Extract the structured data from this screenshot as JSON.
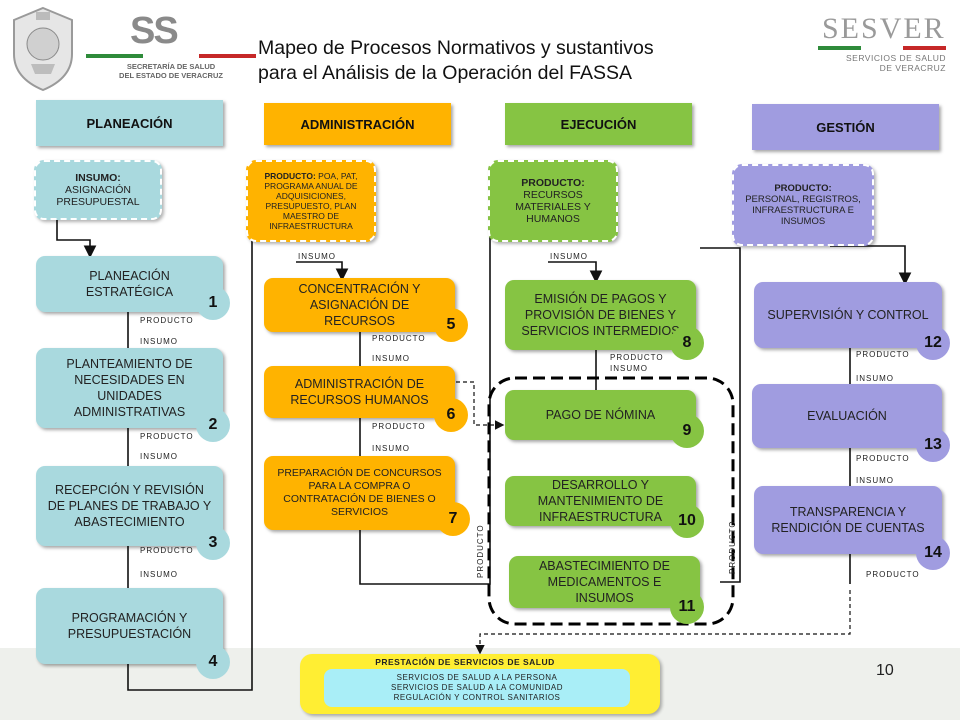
{
  "logos": {
    "ss": "SS",
    "ss_subtitle": "SECRETARÍA DE SALUD\nDEL ESTADO DE VERACRUZ",
    "sesver": "SESVER",
    "sesver_subtitle": "SERVICIOS DE SALUD\nDE VERACRUZ"
  },
  "title": "Mapeo de Procesos Normativos y sustantivos\npara el Análisis de la Operación del FASSA",
  "page_number": "10",
  "columns": {
    "planeacion": "PLANEACIÓN",
    "administracion": "ADMINISTRACIÓN",
    "ejecucion": "EJECUCIÓN",
    "gestion": "GESTIÓN"
  },
  "inputs": {
    "planeacion": {
      "head": "INSUMO:",
      "body": "ASIGNACIÓN PRESUPUESTAL"
    },
    "administracion": {
      "head": "PRODUCTO:",
      "body": "POA, PAT, PROGRAMA ANUAL DE ADQUISICIONES, PRESUPUESTO, PLAN MAESTRO DE INFRAESTRUCTURA"
    },
    "ejecucion": {
      "head": "PRODUCTO:",
      "body": "RECURSOS MATERIALES Y HUMANOS"
    },
    "gestion": {
      "head": "PRODUCTO:",
      "body": "PERSONAL, REGISTROS, INFRAESTRUCTURA E INSUMOS"
    }
  },
  "processes": [
    {
      "n": "1",
      "label": "PLANEACIÓN ESTRATÉGICA"
    },
    {
      "n": "2",
      "label": "PLANTEAMIENTO DE NECESIDADES EN UNIDADES ADMINISTRATIVAS"
    },
    {
      "n": "3",
      "label": "RECEPCIÓN Y REVISIÓN DE PLANES DE TRABAJO Y ABASTECIMIENTO"
    },
    {
      "n": "4",
      "label": "PROGRAMACIÓN Y PRESUPUESTACIÓN"
    },
    {
      "n": "5",
      "label": "CONCENTRACIÓN Y ASIGNACIÓN DE RECURSOS"
    },
    {
      "n": "6",
      "label": "ADMINISTRACIÓN DE RECURSOS HUMANOS"
    },
    {
      "n": "7",
      "label": "PREPARACIÓN DE CONCURSOS PARA LA COMPRA O CONTRATACIÓN DE BIENES O SERVICIOS"
    },
    {
      "n": "8",
      "label": "EMISIÓN DE PAGOS Y PROVISIÓN DE BIENES Y SERVICIOS INTERMEDIOS"
    },
    {
      "n": "9",
      "label": "PAGO DE NÓMINA"
    },
    {
      "n": "10",
      "label": "DESARROLLO Y MANTENIMIENTO DE INFRAESTRUCTURA"
    },
    {
      "n": "11",
      "label": "ABASTECIMIENTO DE MEDICAMENTOS E INSUMOS"
    },
    {
      "n": "12",
      "label": "SUPERVISIÓN Y CONTROL"
    },
    {
      "n": "13",
      "label": "EVALUACIÓN"
    },
    {
      "n": "14",
      "label": "TRANSPARENCIA Y RENDICIÓN DE CUENTAS"
    }
  ],
  "flow_labels": {
    "producto": "PRODUCTO",
    "insumo": "INSUMO"
  },
  "final": {
    "title": "PRESTACIÓN DE SERVICIOS DE SALUD",
    "items": [
      "SERVICIOS DE SALUD A LA PERSONA",
      "SERVICIOS DE SALUD A LA COMUNIDAD",
      "REGULACIÓN Y CONTROL SANITARIOS"
    ]
  },
  "colors": {
    "planeacion": "#a9d9de",
    "administracion": "#ffb300",
    "ejecucion": "#86c443",
    "gestion": "#a09ce0",
    "final_outer": "#ffee33",
    "final_inner": "#a9eef7"
  }
}
